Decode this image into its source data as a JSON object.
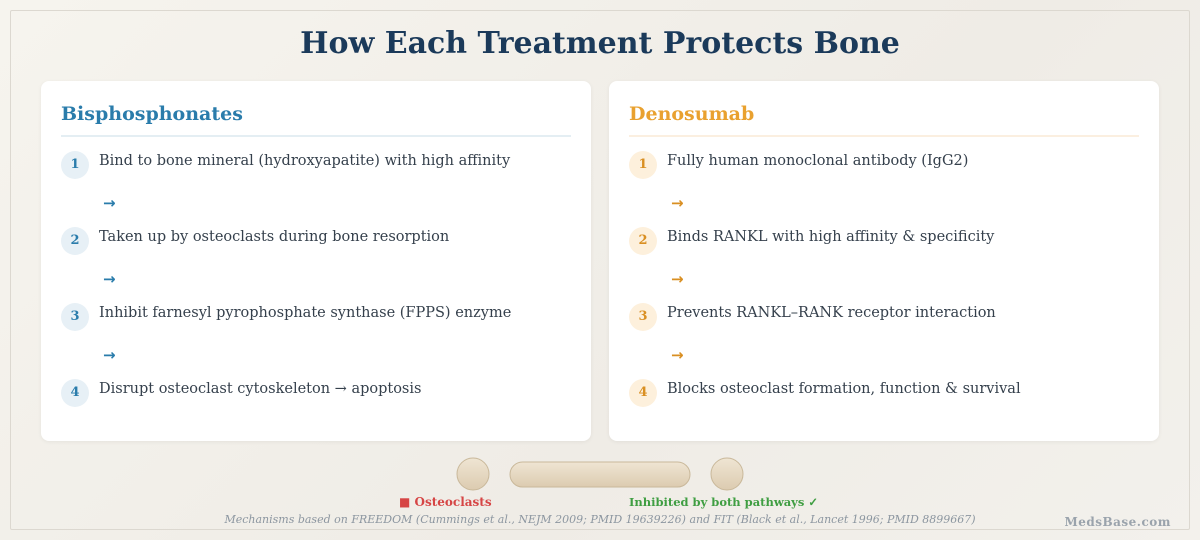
{
  "title": "How Each Treatment Protects Bone",
  "colors": {
    "title": "#1b3a5a",
    "bisphosphonates_accent": "#2a7cab",
    "denosumab_accent": "#e9a12f",
    "osteoclast_legend": "#d64545",
    "inhibited_legend": "#3f9e42"
  },
  "bisphosphonates": {
    "title": "Bisphosphonates",
    "steps": [
      {
        "num": "1",
        "text": "Bind to bone mineral (hydroxyapatite) with high affinity"
      },
      {
        "num": "2",
        "text": "Taken up by osteoclasts during bone resorption"
      },
      {
        "num": "3",
        "text": "Inhibit farnesyl pyrophosphate synthase (FPPS) enzyme"
      },
      {
        "num": "4",
        "text": "Disrupt osteoclast cytoskeleton → apoptosis"
      }
    ],
    "arrow": "→"
  },
  "denosumab": {
    "title": "Denosumab",
    "steps": [
      {
        "num": "1",
        "text": "Fully human monoclonal antibody (IgG2)"
      },
      {
        "num": "2",
        "text": "Binds RANKL with high affinity & specificity"
      },
      {
        "num": "3",
        "text": "Prevents RANKL–RANK receptor interaction"
      },
      {
        "num": "4",
        "text": "Blocks osteoclast formation, function & survival"
      }
    ],
    "arrow": "→"
  },
  "legend": {
    "osteoclasts": "■ Osteoclasts",
    "inhibited": "Inhibited by both pathways ✓"
  },
  "footnote": "Mechanisms based on FREEDOM (Cummings et al., NEJM 2009; PMID 19639226) and FIT (Black et al., Lancet 1996; PMID 8899667)",
  "brand": "MedsBase.com"
}
